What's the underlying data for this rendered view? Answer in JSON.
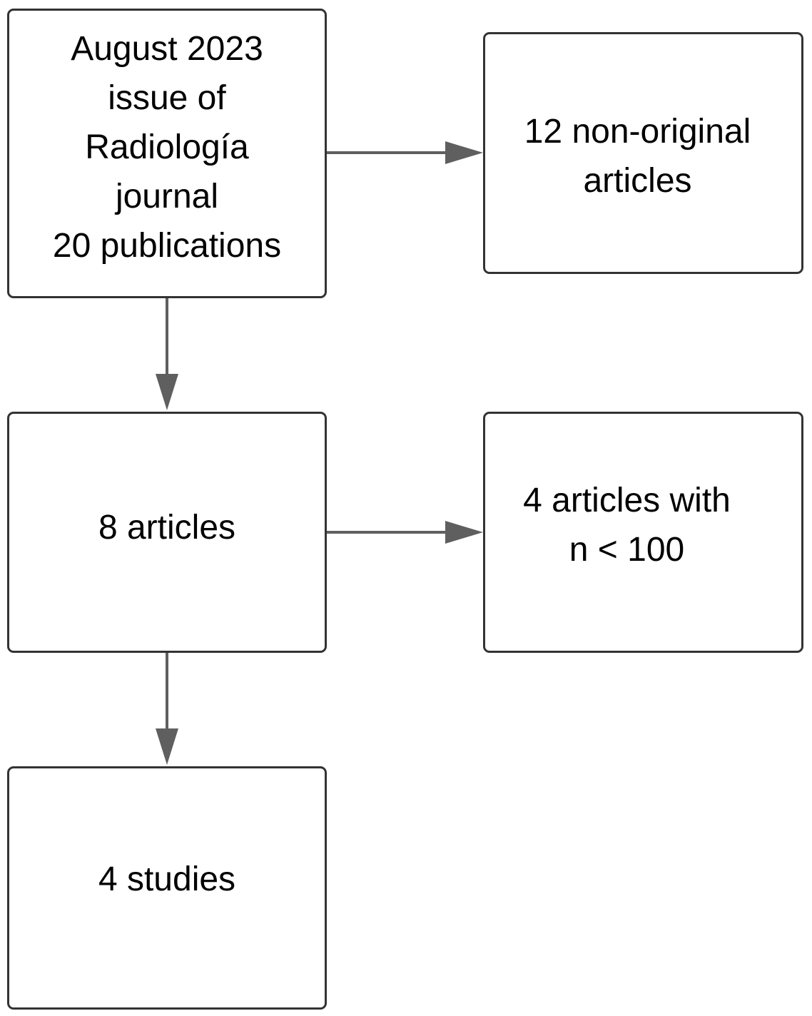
{
  "boxes": {
    "source": "August 2023\nissue of\nRadiología\njournal\n20 publications",
    "excluded_non_original": "12 non-original\narticles",
    "articles": "8 articles",
    "excluded_small_n": "4 articles with\nn < 100",
    "studies": "4 studies"
  },
  "colors": {
    "border": "#333333",
    "arrow": "#5f5f5f"
  }
}
